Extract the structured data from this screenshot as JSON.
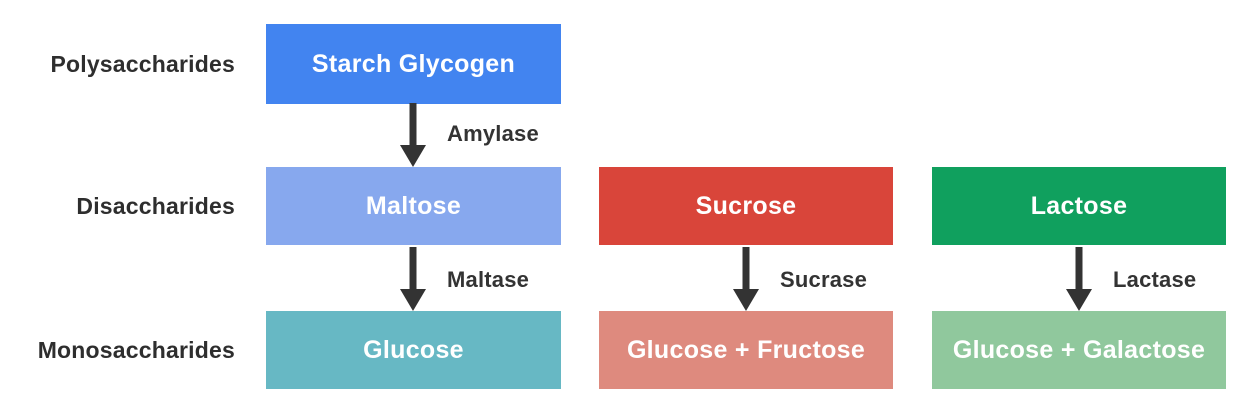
{
  "colors": {
    "background": "#ffffff",
    "arrow": "#333333",
    "row_label_text": "#2e2e2e",
    "enzyme_text": "#333333",
    "box_text": "#ffffff"
  },
  "row_labels": [
    {
      "label": "Polysaccharides"
    },
    {
      "label": "Disaccharides"
    },
    {
      "label": "Monosaccharides"
    }
  ],
  "pathways": [
    {
      "name": "starch-pathway",
      "polysaccharide": {
        "label": "Starch Glycogen",
        "color": "#4284f0"
      },
      "enzyme_1": "Amylase",
      "disaccharide": {
        "label": "Maltose",
        "color": "#87a8ee"
      },
      "enzyme_2": "Maltase",
      "monosaccharide": {
        "label": "Glucose",
        "color": "#67b8c4"
      }
    },
    {
      "name": "sucrose-pathway",
      "disaccharide": {
        "label": "Sucrose",
        "color": "#d9453a"
      },
      "enzyme_2": "Sucrase",
      "monosaccharide": {
        "label": "Glucose + Fructose",
        "color": "#de8a7e"
      }
    },
    {
      "name": "lactose-pathway",
      "disaccharide": {
        "label": "Lactose",
        "color": "#10a05e"
      },
      "enzyme_2": "Lactase",
      "monosaccharide": {
        "label": "Glucose + Galactose",
        "color": "#90c89d"
      }
    }
  ]
}
